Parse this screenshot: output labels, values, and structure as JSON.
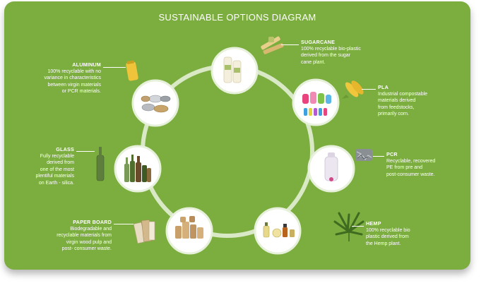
{
  "title": "SUSTAINABLE OPTIONS DIAGRAM",
  "colors": {
    "background": "#7cad3f",
    "ring": "#d9e8c5",
    "node_fill": "#ffffff",
    "text": "#ffffff"
  },
  "materials": {
    "sugarcane": {
      "name": "SUGARCANE",
      "description": "100% recyclable bio-plastic\nderived from the sugar\ncane plant.",
      "image_icon": "lotion-tubes-icon",
      "side_icon": "sugarcane-stalks-icon"
    },
    "pla": {
      "name": "PLA",
      "description": "Industrial compostable\nmaterials derived\nfrom feedstocks,\nprimarily corn.",
      "image_icon": "plastic-bottles-icon",
      "side_icon": "corn-icon"
    },
    "pcr": {
      "name": "PCR",
      "description": "Recyclable, recovered\nPE from pre and\npost-consumer waste.",
      "image_icon": "pcr-bottle-icon",
      "side_icon": "shredded-plastic-icon"
    },
    "hemp": {
      "name": "HEMP",
      "description": "100% recyclable bio\nplastic derived from\nthe Hemp plant.",
      "image_icon": "small-bottles-icon",
      "side_icon": "hemp-leaf-icon"
    },
    "paper_board": {
      "name": "PAPER BOARD",
      "description": "Biodegradable and\nrecyclable materials from\nvirgin wood pulp and\npost- consumer waste.",
      "image_icon": "paper-tubes-icon",
      "side_icon": "cardboard-sheets-icon"
    },
    "glass": {
      "name": "GLASS",
      "description": "Fully recyclable\nderived from\none of the most\nplentiful materials\non Earth - silica.",
      "image_icon": "glass-bottles-icon",
      "side_icon": "glass-bottle-icon"
    },
    "aluminum": {
      "name": "ALUMINUM",
      "description": "100% recyclable with no\nvariance in characteristics\nbetween virgin materials\nor PCR materials.",
      "image_icon": "aluminum-tins-icon",
      "side_icon": "aluminum-can-icon"
    }
  }
}
